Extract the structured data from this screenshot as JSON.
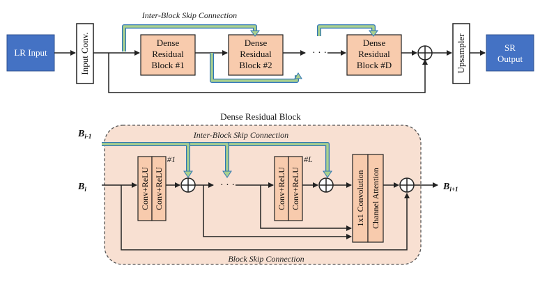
{
  "top": {
    "lr_input": "LR Input",
    "input_conv": "Input Conv.",
    "inter_block_label": "Inter-Block Skip Connection",
    "block1": [
      "Dense",
      "Residual",
      "Block #1"
    ],
    "block2": [
      "Dense",
      "Residual",
      "Block #2"
    ],
    "blockD": [
      "Dense",
      "Residual",
      "Block #D"
    ],
    "ellipsis": "· · ·",
    "upsampler": "Upsampler",
    "sr_output": [
      "SR",
      "Output"
    ]
  },
  "bottom": {
    "title": "Dense Residual Block",
    "inter_block_label": "Inter-Block Skip Connection",
    "b_prev": "B",
    "b_prev_sub": "i-1",
    "b_in": "B",
    "b_in_sub": "i",
    "b_out": "B",
    "b_out_sub": "i+1",
    "conv_relu": "Conv+ReLU",
    "unit1_tag": "#1",
    "unitL_tag": "#L",
    "ellipsis": "· · ·",
    "conv1x1": "1x1 Convolution",
    "channel_attention": "Channel Attention",
    "block_skip_label": "Block Skip Connection"
  },
  "colors": {
    "blue_box": "#4472c4",
    "block_fill": "#f8cbad",
    "region_fill": "#f8e0d2",
    "skip_fill": "#a9d08e",
    "skip_stroke": "#2e75b6",
    "line": "#222222"
  }
}
